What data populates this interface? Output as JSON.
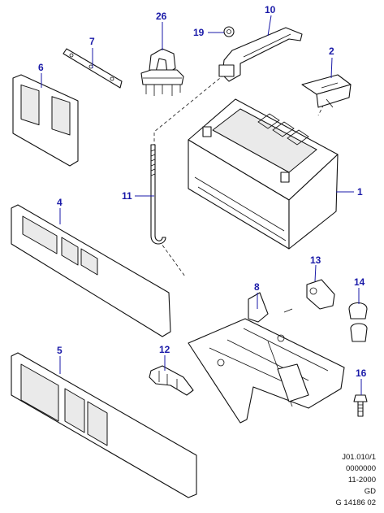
{
  "callouts": {
    "c1": "1",
    "c2": "2",
    "c4": "4",
    "c5": "5",
    "c6": "6",
    "c7": "7",
    "c8": "8",
    "c10": "10",
    "c11": "11",
    "c12": "12",
    "c13": "13",
    "c14": "14",
    "c16": "16",
    "c19": "19",
    "c26": "26"
  },
  "footer": {
    "line1": "J01.010/1",
    "line2": "0000000",
    "line3": "11-2000",
    "line4": "GD",
    "line5": "G 14186 02"
  },
  "colors": {
    "callout": "#1a1aa8",
    "line": "#111111"
  }
}
